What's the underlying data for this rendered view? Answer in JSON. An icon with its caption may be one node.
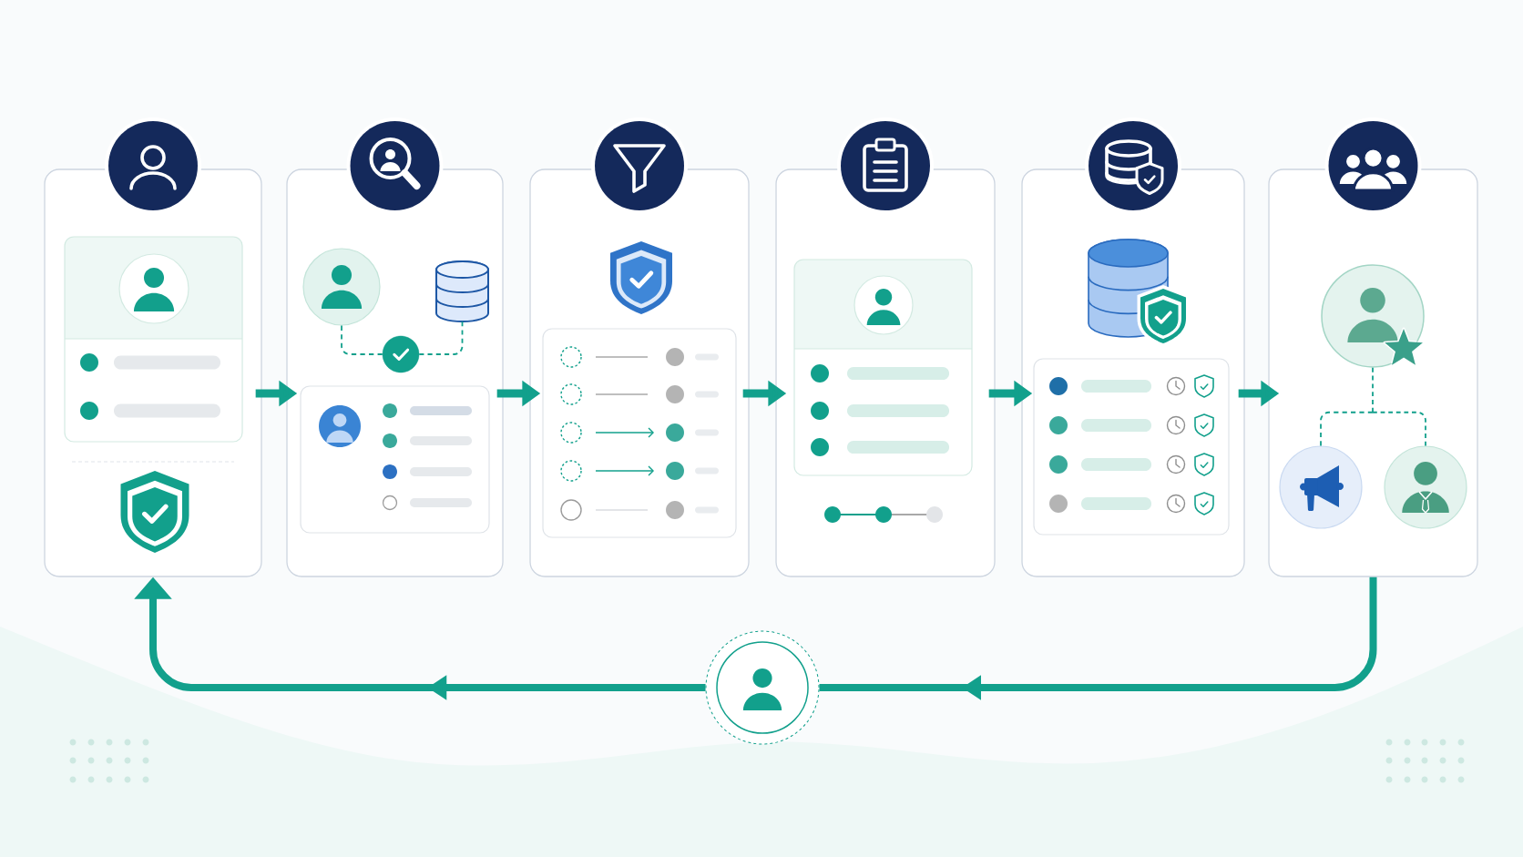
{
  "diagram": {
    "nodes": [
      {
        "text": [],
        "shape": "box"
      },
      {
        "text": [],
        "shape": "box"
      },
      {
        "text": [],
        "shape": "circle",
        "in": 1
      },
      {
        "text": [],
        "shape": "circle",
        "in": 1
      },
      {
        "text": [],
        "shape": "cylinder",
        "in": 1
      },
      {
        "text": [],
        "shape": "box"
      },
      {
        "text": [],
        "shape": "box"
      },
      {
        "text": [],
        "shape": "box"
      },
      {
        "text": [],
        "shape": "box"
      },
      {
        "text": [],
        "shape": "circle",
        "in": 8
      },
      {
        "text": [],
        "shape": "circle",
        "in": 8
      },
      {
        "text": [],
        "shape": "circle",
        "in": 8
      },
      {
        "text": [],
        "shape": "circle"
      }
    ],
    "edges": [
      {
        "from": 0,
        "to": 1,
        "arrow": "to"
      },
      {
        "from": 1,
        "to": 5,
        "arrow": "to"
      },
      {
        "from": 5,
        "to": 6,
        "arrow": "to"
      },
      {
        "from": 6,
        "to": 7,
        "arrow": "to"
      },
      {
        "from": 7,
        "to": 8,
        "arrow": "to"
      },
      {
        "from": 8,
        "to": 12,
        "arrow": "to"
      },
      {
        "from": 12,
        "to": 0,
        "arrow": "to"
      },
      {
        "from": 2,
        "to": 3,
        "arrow": "none",
        "style": "dashed"
      },
      {
        "from": 3,
        "to": 4,
        "arrow": "none",
        "style": "dashed"
      },
      {
        "from": 9,
        "to": 10,
        "arrow": "none",
        "style": "dashed"
      },
      {
        "from": 9,
        "to": 11,
        "arrow": "none",
        "style": "dashed"
      }
    ]
  }
}
